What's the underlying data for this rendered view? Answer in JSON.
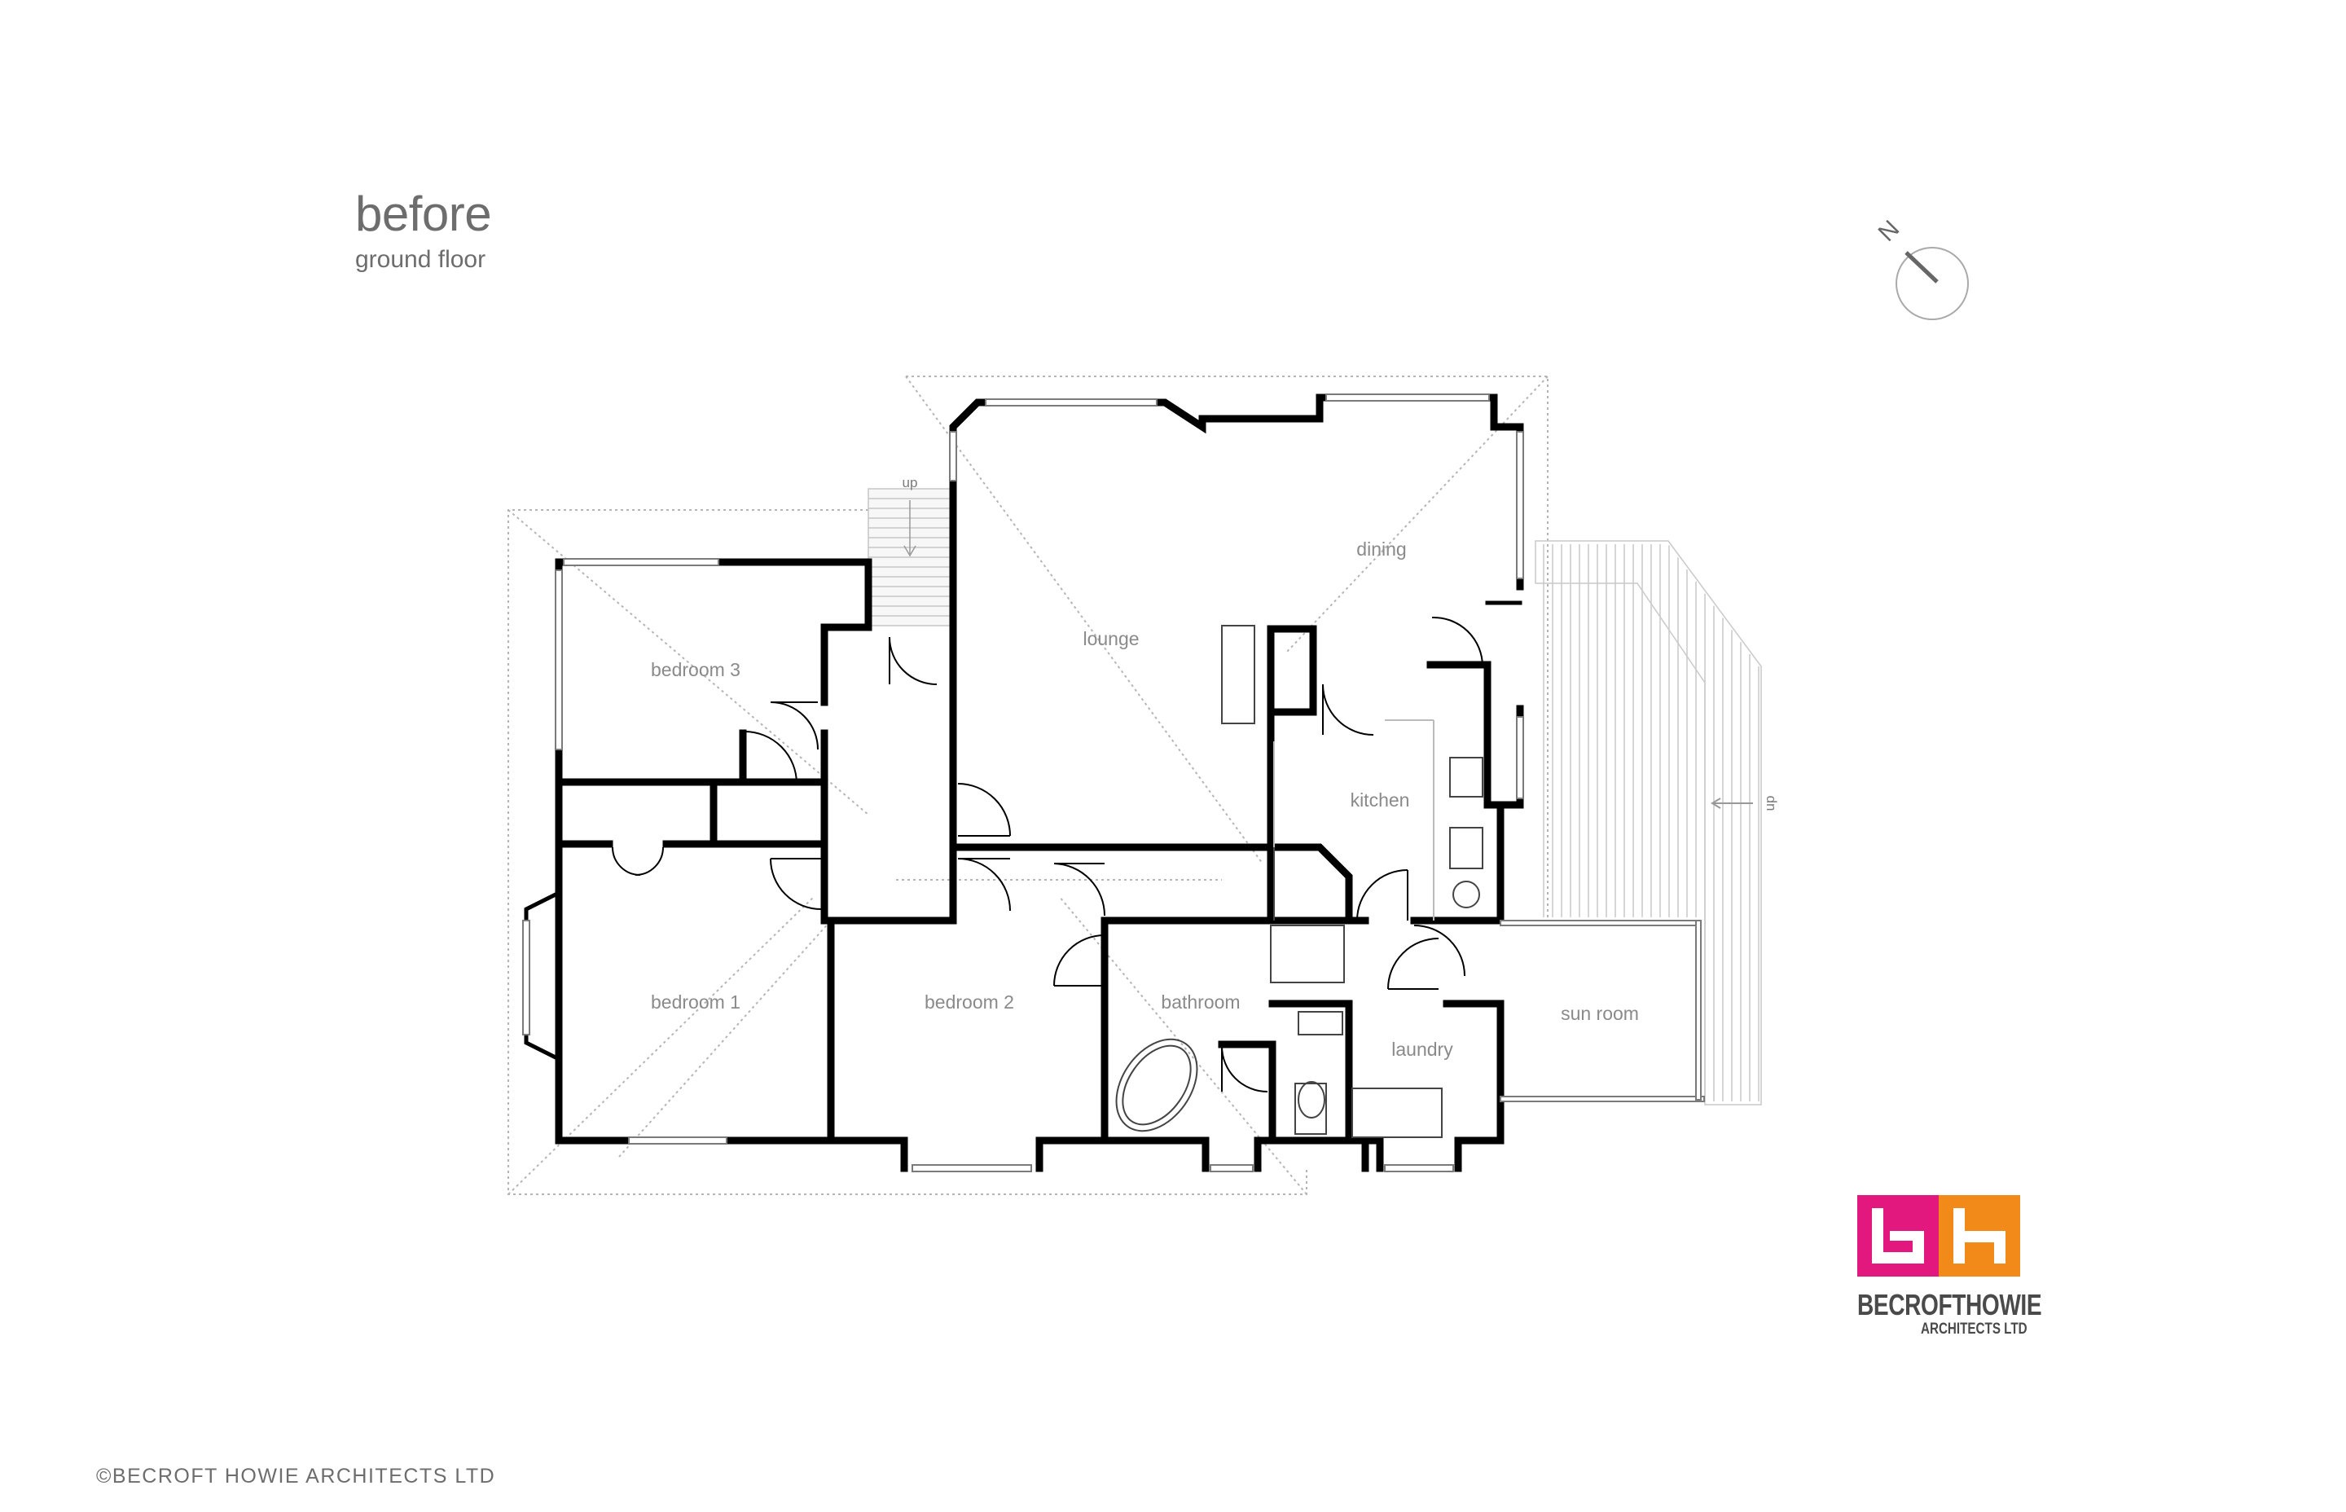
{
  "header": {
    "title": "before",
    "subtitle": "ground floor"
  },
  "compass": {
    "north_label": "N",
    "icon": "north-arrow-icon"
  },
  "rooms": {
    "lounge": "lounge",
    "dining": "dining",
    "kitchen": "kitchen",
    "bedroom_3": "bedroom 3",
    "bedroom_1": "bedroom 1",
    "bedroom_2": "bedroom 2",
    "bathroom": "bathroom",
    "laundry": "laundry",
    "sun_room": "sun room"
  },
  "annotations": {
    "stairs_up": "up",
    "deck_up": "up"
  },
  "logo": {
    "name": "BECROFTHOWIE",
    "sub": "ARCHITECTS LTD",
    "colors": [
      "#e2187e",
      "#f28a1a"
    ]
  },
  "footer": {
    "copyright": "©BECROFT HOWIE ARCHITECTS LTD"
  }
}
